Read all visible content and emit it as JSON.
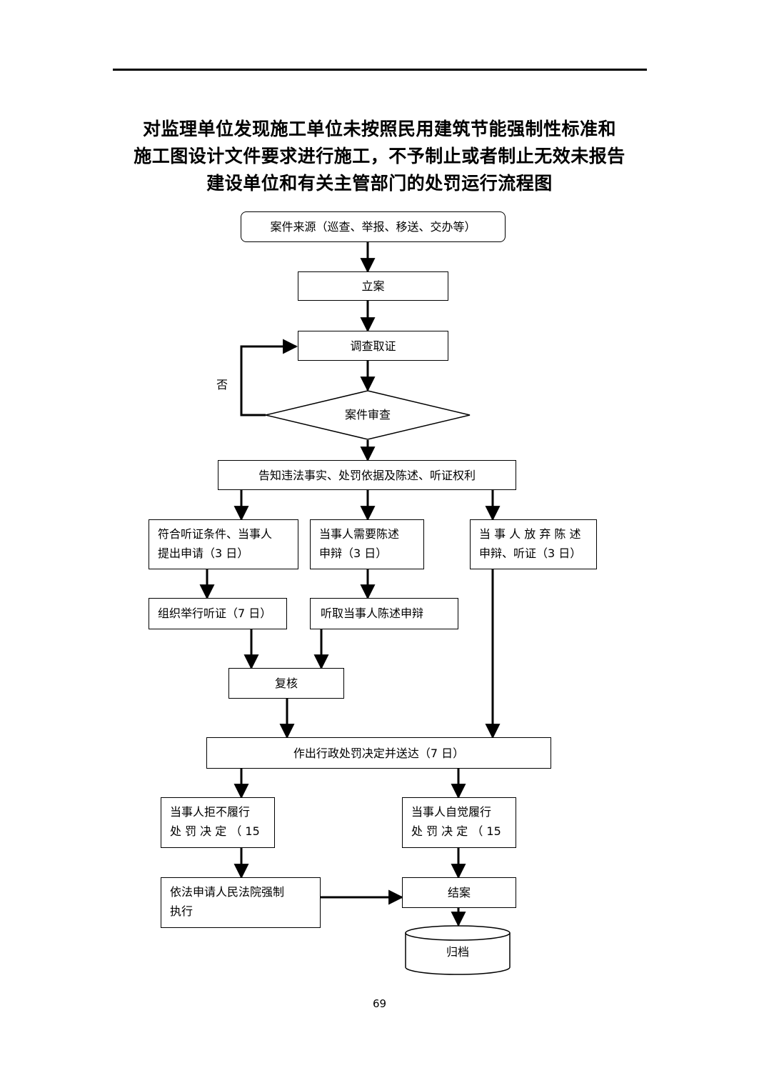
{
  "title": {
    "line1": "对监理单位发现施工单位未按照民用建筑节能强制性标准和",
    "line2": "施工图设计文件要求进行施工，不予制止或者制止无效未报告",
    "line3": "建设单位和有关主管部门的处罚运行流程图"
  },
  "flow": {
    "source": "案件来源（巡查、举报、移送、交办等）",
    "register": "立案",
    "investigate": "调查取证",
    "review": "案件审查",
    "no_label": "否",
    "notify": "告知违法事实、处罚依据及陈述、听证权利",
    "hearing_request": {
      "line1": "符合听证条件、当事人",
      "line2": "提出申请（3 日）"
    },
    "statement_need": {
      "line1": "当事人需要陈述",
      "line2": "申辩（3 日）"
    },
    "waive": {
      "line1": "当 事 人 放 弃 陈 述",
      "line2": "申辩、听证（3 日）"
    },
    "hold_hearing": "组织举行听证（7 日）",
    "hear_statement": "听取当事人陈述申辩",
    "recheck": "复核",
    "decision": "作出行政处罚决定并送达（7 日）",
    "refuse": {
      "line1": "当事人拒不履行",
      "line2": "处 罚 决 定 （ 15"
    },
    "comply": {
      "line1": "当事人自觉履行",
      "line2": "处 罚 决 定 （ 15"
    },
    "court": {
      "line1": "依法申请人民法院强制",
      "line2": "执行"
    },
    "close": "结案",
    "archive": "归档"
  },
  "page_number": "69"
}
